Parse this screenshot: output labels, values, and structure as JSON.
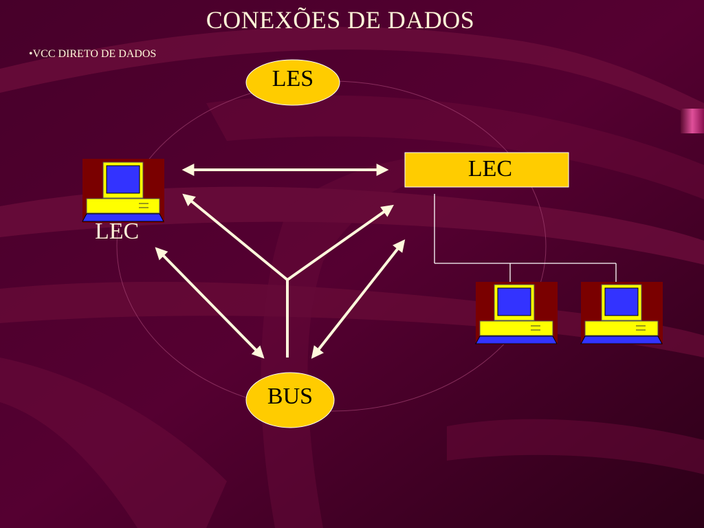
{
  "slide": {
    "title": "CONEXÕES DE DADOS",
    "bullet": "•VCC DIRETO DE  DADOS"
  },
  "nodes": {
    "les": "LES",
    "bus": "BUS",
    "lec_box": "LEC",
    "lec_terminal_caption": "LEC"
  },
  "colors": {
    "background": "#3a0020",
    "swoosh": "#6e0d3c",
    "node_fill": "#ffcc00",
    "text_light": "#fff6d8",
    "arrow": "#fff8dc",
    "monitor_screen": "#3333ff",
    "monitor_frame": "#ffff00",
    "computer_bg": "#7a0000"
  },
  "icons": [
    "computer-icon",
    "computer-icon",
    "computer-icon"
  ]
}
